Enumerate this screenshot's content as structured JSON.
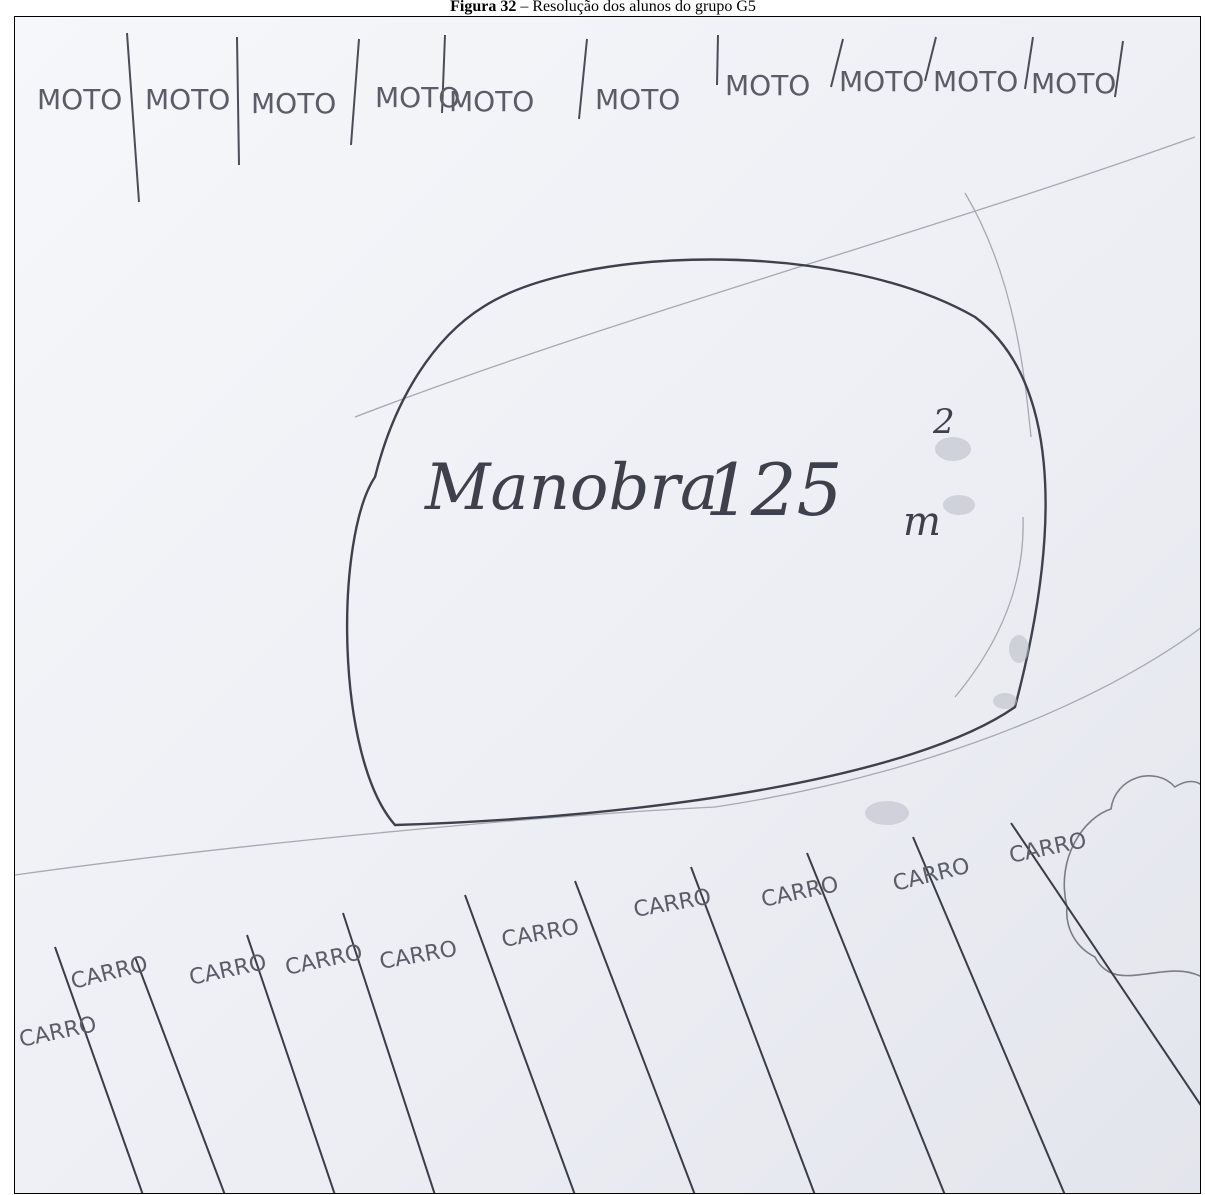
{
  "caption": {
    "figure_label": "Figura 32",
    "separator": " – ",
    "text": "Resolução dos alunos do grupo G5"
  },
  "drawing": {
    "moto_labels": [
      "MOTO",
      "MOTO",
      "MOTO",
      "MOTO",
      "MOTO",
      "MOTO",
      "MOTO",
      "MOTO",
      "MOTO",
      "MOTO"
    ],
    "center_label": "Manobra",
    "area_value": "125",
    "area_unit": "m",
    "area_exponent": "2",
    "carro_labels": [
      "CARRO",
      "CARRO",
      "CARRO",
      "CARRO",
      "CARRO",
      "CARRO",
      "CARRO",
      "CARRO",
      "CARRO",
      "CARRO"
    ],
    "colors": {
      "paper": "#eff1f6",
      "pencil_dark": "#3e414c",
      "pencil_light": "#9a9ca6"
    }
  }
}
